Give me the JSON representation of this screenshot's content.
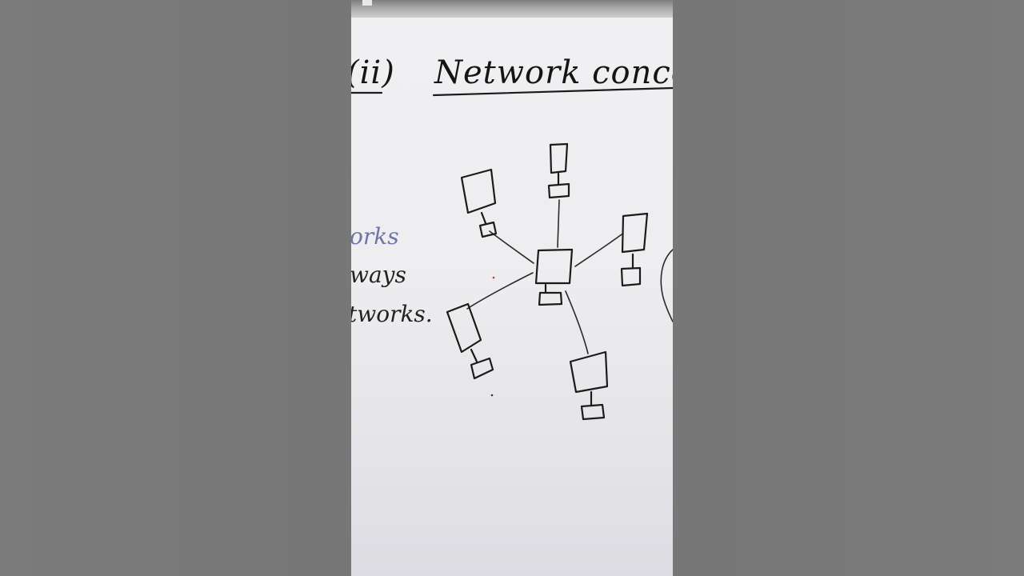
{
  "board": {
    "title": "Network concep",
    "section_mark": "(ii)",
    "left_notes": [
      "orks",
      "ways",
      "tworks."
    ]
  }
}
